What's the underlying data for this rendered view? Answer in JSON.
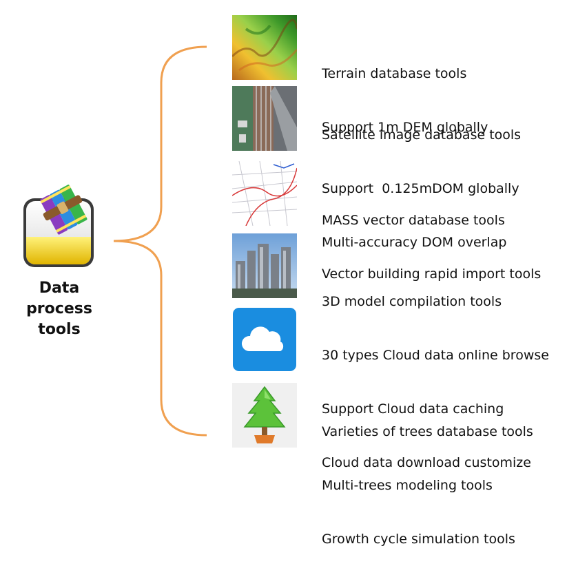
{
  "tool": {
    "title_lines": [
      "Data",
      "process",
      "tools"
    ]
  },
  "items": [
    {
      "icon": "terrain-map-thumbnail",
      "lines": [
        "Terrain database tools",
        "Support 1m DEM globally"
      ]
    },
    {
      "icon": "satellite-image-thumbnail",
      "lines": [
        "Satellite image database tools",
        "Support  0.125mDOM globally",
        "Multi-accuracy DOM overlap"
      ]
    },
    {
      "icon": "vector-map-thumbnail",
      "lines": [
        "MASS vector database tools",
        "Vector building rapid import tools"
      ]
    },
    {
      "icon": "city-3d-model-thumbnail",
      "lines": [
        "3D model compilation tools"
      ]
    },
    {
      "icon": "cloud-icon",
      "lines": [
        "30 types Cloud data online browse",
        "Support Cloud data caching",
        "Cloud data download customize"
      ]
    },
    {
      "icon": "tree-icon",
      "lines": [
        "Varieties of trees database tools",
        "Multi-trees modeling tools",
        "Growth cycle simulation tools"
      ]
    }
  ],
  "colors": {
    "brace": "#f0a050",
    "cloud_bg": "#1a8de0",
    "tree_green": "#5cc23a",
    "icon_yellow": "#f2c300"
  }
}
